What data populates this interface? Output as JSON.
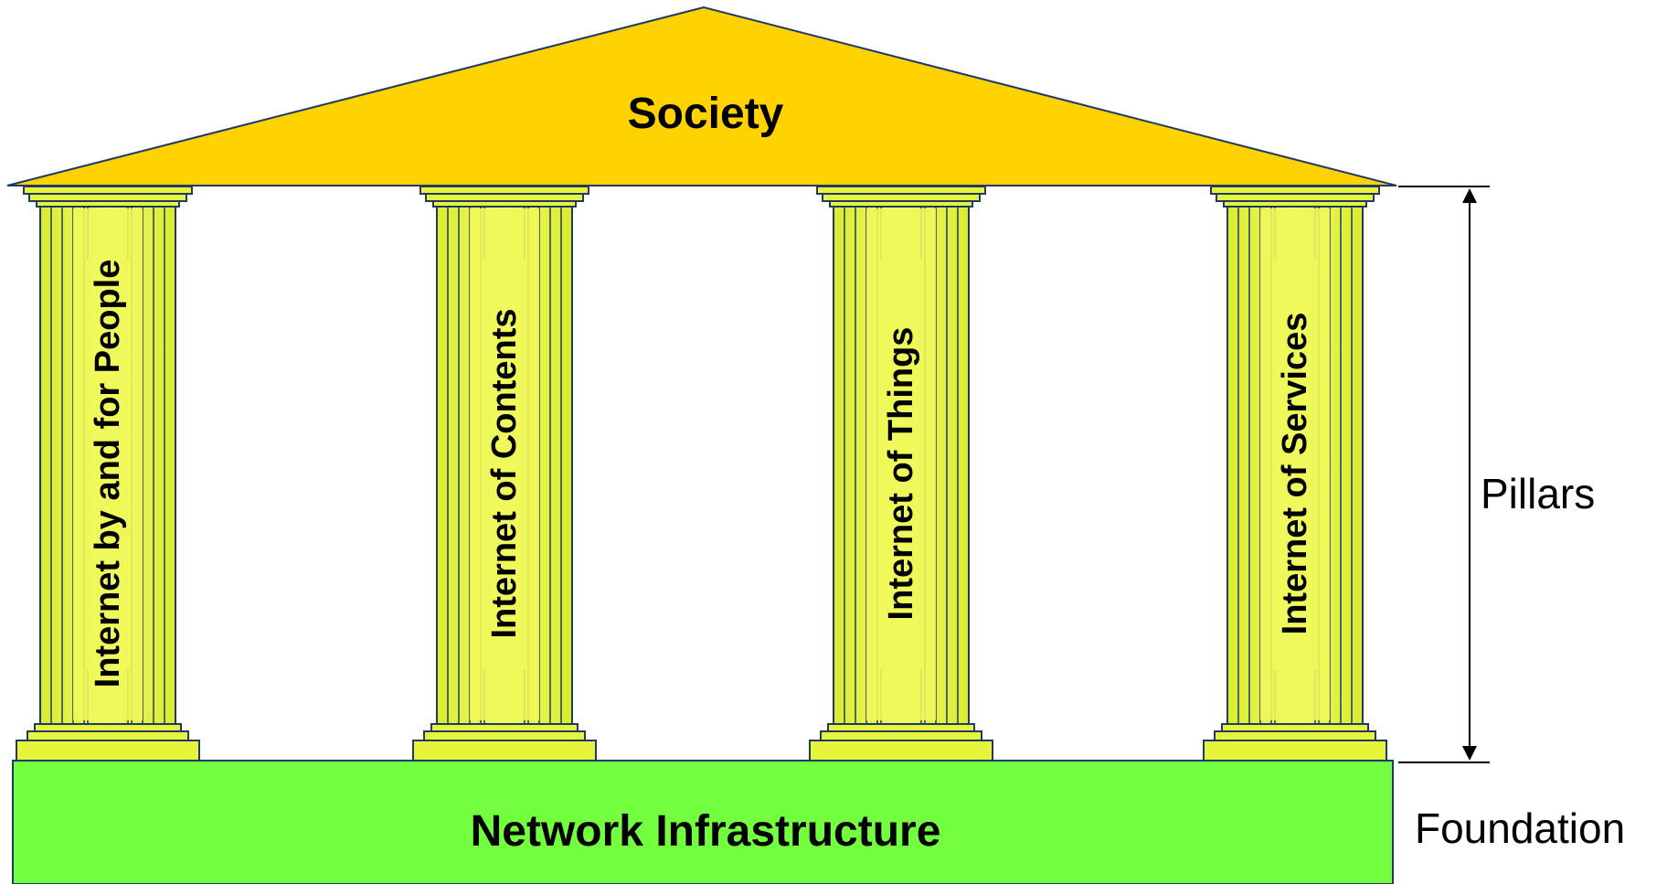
{
  "roof": {
    "label": "Society",
    "color": "#FFD200"
  },
  "pillars": [
    {
      "label": "Internet by and for People"
    },
    {
      "label": "Internet of Contents"
    },
    {
      "label": "Internet of Things"
    },
    {
      "label": "Internet of Services"
    }
  ],
  "foundation": {
    "label": "Network Infrastructure",
    "color": "#73FF3F"
  },
  "side_labels": {
    "pillars": "Pillars",
    "foundation": "Foundation"
  },
  "colors": {
    "pillar_fill": "#E6F53C",
    "pillar_stroke": "#1F3A68",
    "outline": "#1F3A68"
  }
}
